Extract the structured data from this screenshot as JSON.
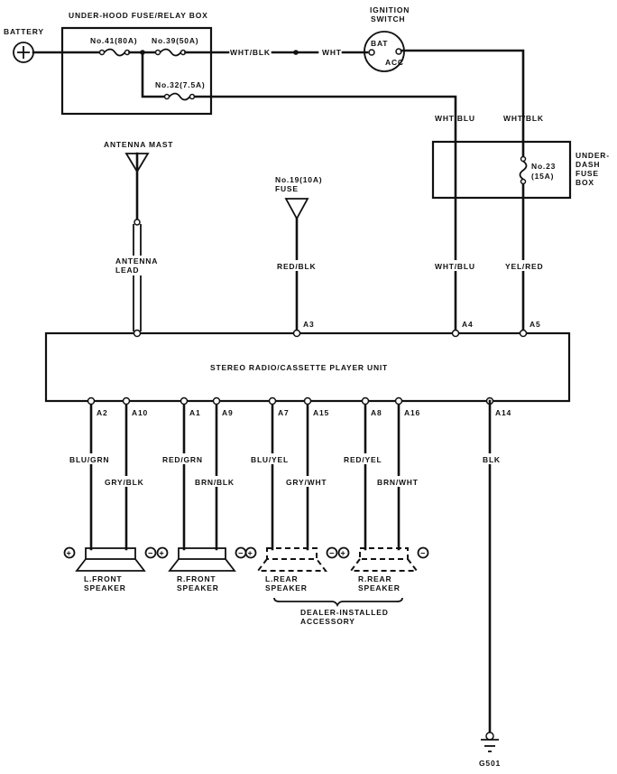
{
  "title": "Stereo Radio/Cassette Player Wiring Diagram",
  "components": {
    "battery": "BATTERY",
    "under_hood_box": "UNDER-HOOD FUSE/RELAY BOX",
    "fuse41": "No.41(80A)",
    "fuse39": "No.39(50A)",
    "fuse32": "No.32(7.5A)",
    "ignition_switch_line1": "IGNITION",
    "ignition_switch_line2": "SWITCH",
    "ign_bat": "BAT",
    "ign_acc": "ACC",
    "under_dash_box_lines": [
      "UNDER-",
      "DASH",
      "FUSE",
      "BOX"
    ],
    "fuse23_line1": "No.23",
    "fuse23_line2": "(15A)",
    "antenna_mast": "ANTENNA MAST",
    "antenna_lead_line1": "ANTENNA",
    "antenna_lead_line2": "LEAD",
    "fuse19_line1": "No.19(10A)",
    "fuse19_line2": "FUSE",
    "radio_unit": "STEREO RADIO/CASSETTE PLAYER UNIT",
    "ground": "G501",
    "dealer_line1": "DEALER-INSTALLED",
    "dealer_line2": "ACCESSORY"
  },
  "wires": {
    "wht_blk_top": "WHT/BLK",
    "wht_top": "WHT",
    "wht_blu_upper": "WHT/BLU",
    "wht_blk_upper": "WHT/BLK",
    "wht_blu_lower": "WHT/BLU",
    "yel_red": "YEL/RED",
    "red_blk": "RED/BLK",
    "blk": "BLK"
  },
  "top_pins": [
    "A3",
    "A4",
    "A5"
  ],
  "bottom_pins": [
    {
      "pin": "A2",
      "wire": "BLU/GRN"
    },
    {
      "pin": "A10",
      "wire": "GRY/BLK"
    },
    {
      "pin": "A1",
      "wire": "RED/GRN"
    },
    {
      "pin": "A9",
      "wire": "BRN/BLK"
    },
    {
      "pin": "A7",
      "wire": "BLU/YEL"
    },
    {
      "pin": "A15",
      "wire": "GRY/WHT"
    },
    {
      "pin": "A8",
      "wire": "RED/YEL"
    },
    {
      "pin": "A16",
      "wire": "BRN/WHT"
    },
    {
      "pin": "A14",
      "wire": "BLK"
    }
  ],
  "speakers": [
    {
      "line1": "L.FRONT",
      "line2": "SPEAKER",
      "plus": "+",
      "minus": "−"
    },
    {
      "line1": "R.FRONT",
      "line2": "SPEAKER",
      "plus": "+",
      "minus": "−"
    },
    {
      "line1": "L.REAR",
      "line2": "SPEAKER",
      "plus": "+",
      "minus": "−"
    },
    {
      "line1": "R.REAR",
      "line2": "SPEAKER",
      "plus": "+",
      "minus": "−"
    }
  ]
}
